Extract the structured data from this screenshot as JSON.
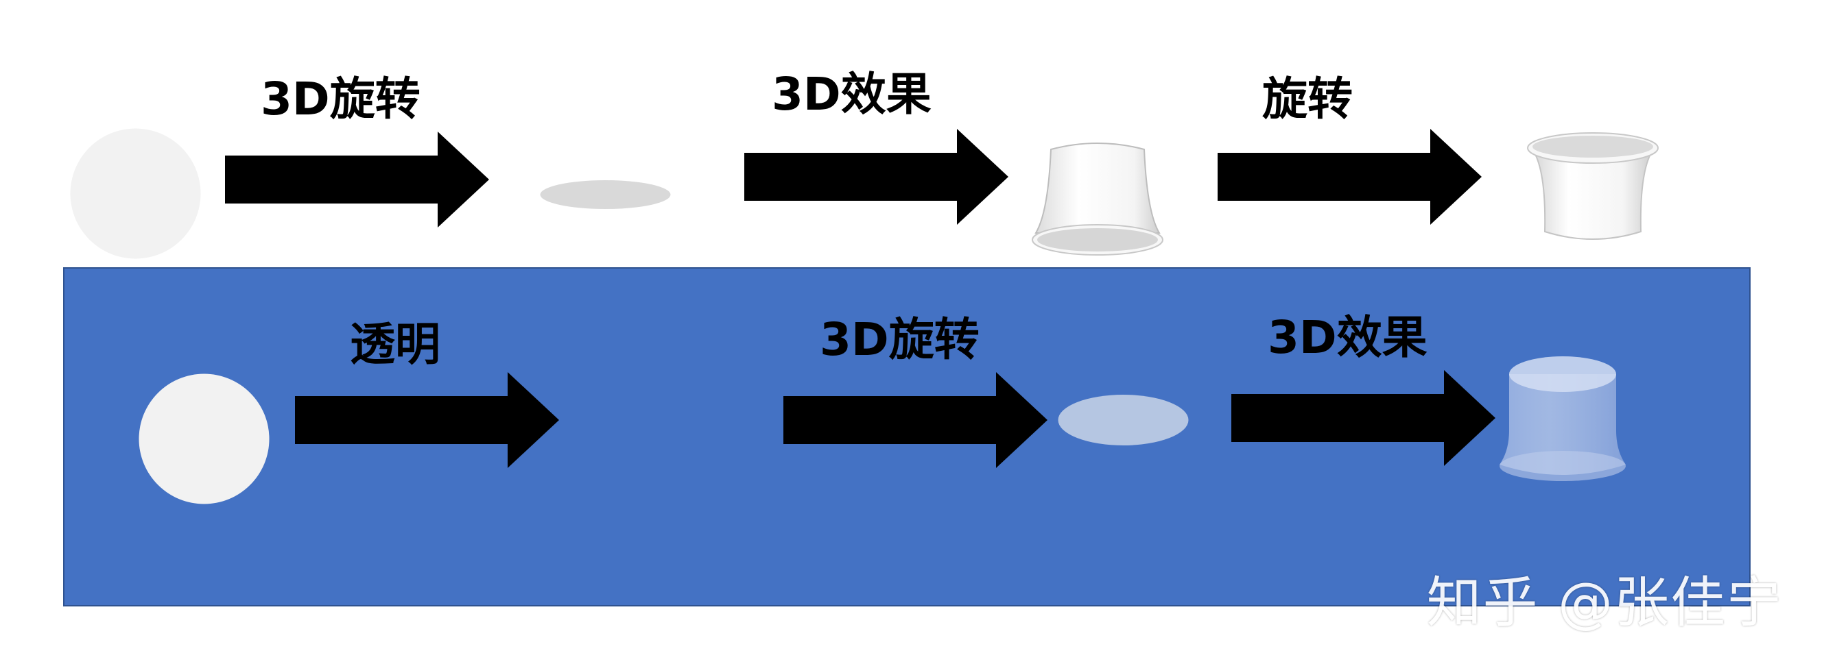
{
  "top_row": {
    "label_1": "3D旋转",
    "label_2": "3D效果",
    "label_3": "旋转"
  },
  "bottom_row": {
    "label_1": "透明",
    "label_2": "3D旋转",
    "label_3": "3D效果"
  },
  "watermark": "知乎 @张佳宁",
  "colors": {
    "panel": "#4472c4",
    "arrow": "#000000",
    "shape_light": "#f2f2f2",
    "shape_gray": "#d9d9d9"
  }
}
